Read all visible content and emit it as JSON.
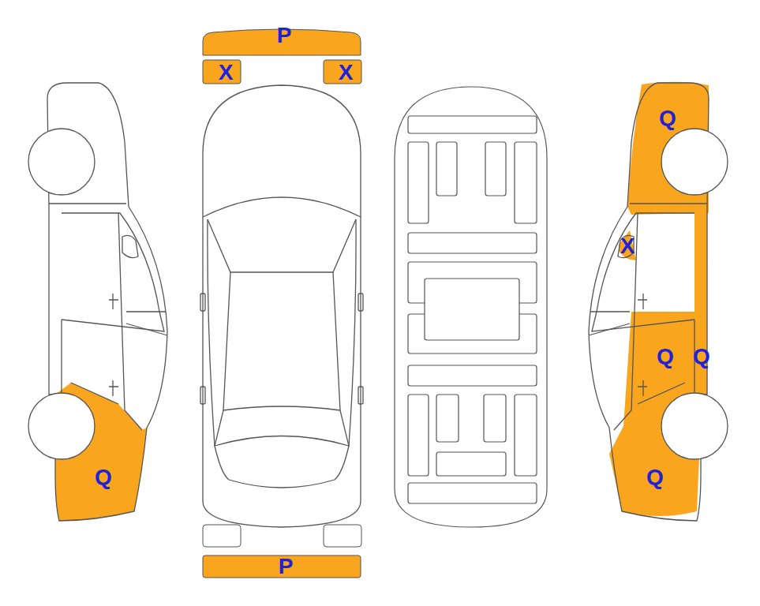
{
  "diagram": {
    "labels": [
      "P",
      "X",
      "X",
      "Q",
      "X",
      "Q",
      "Q",
      "Q",
      "Q",
      "P"
    ]
  }
}
